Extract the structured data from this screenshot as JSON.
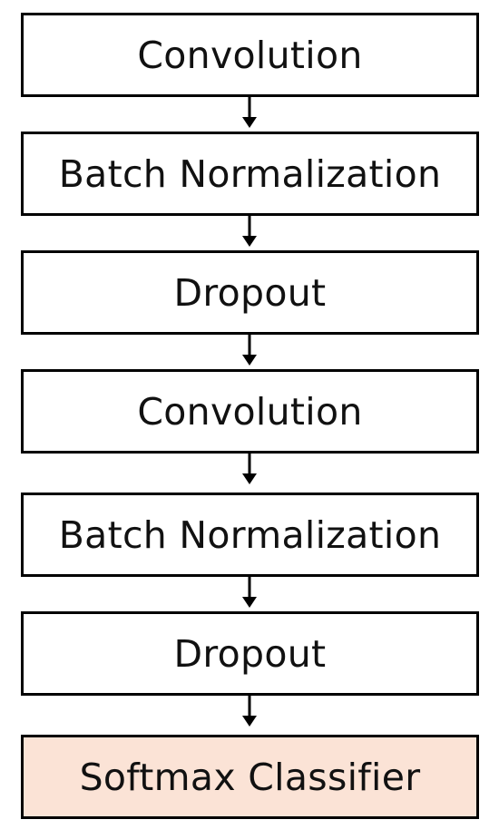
{
  "nodes": [
    {
      "label": "Convolution"
    },
    {
      "label": "Batch Normalization"
    },
    {
      "label": "Dropout"
    },
    {
      "label": "Convolution"
    },
    {
      "label": "Batch Normalization"
    },
    {
      "label": "Dropout"
    },
    {
      "label": "Softmax Classifier"
    }
  ],
  "colors": {
    "box_fill": "#ffffff",
    "classifier_fill": "#fbe3d6",
    "stroke": "#000000"
  }
}
